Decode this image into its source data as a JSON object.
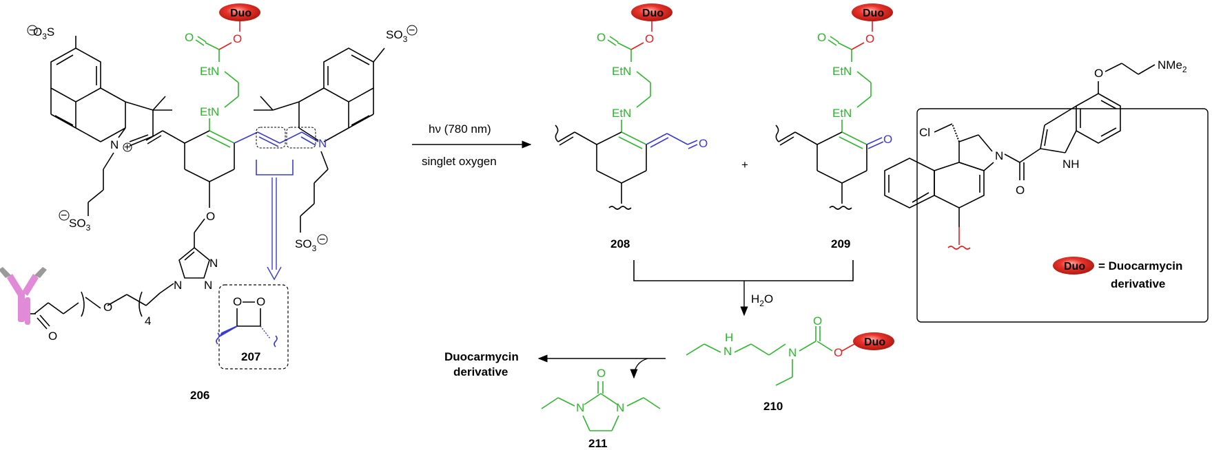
{
  "labels": {
    "duo": "Duo",
    "so3": "SO",
    "so3_sub": "3",
    "o3s": "O",
    "o3s_sub": "3",
    "o3s_s": "S",
    "charge_neg": "−",
    "charge_pos": "+",
    "etn": "EtN",
    "n": "N",
    "o": "O",
    "h": "H",
    "nh": "NH",
    "cl": "Cl",
    "nme2": "NMe",
    "nme2_sub": "2",
    "four": "4",
    "conditions_1": "hν (780 nm)",
    "conditions_2": "singlet oxygen",
    "plus": "+",
    "water": "H",
    "water_sub": "2",
    "water_o": "O",
    "duocarmycin_line1": "Duocarmycin",
    "duocarmycin_line2": "derivative",
    "legend_equals": "= Duocarmycin",
    "legend_derivative": "derivative"
  },
  "compounds": {
    "c206": "206",
    "c207": "207",
    "c208": "208",
    "c209": "209",
    "c210": "210",
    "c211": "211"
  },
  "colors": {
    "black": "#000000",
    "green": "#2db52d",
    "red": "#e02020",
    "blue": "#3a3ad0",
    "duo_fill": "#e8342c",
    "antibody_pink": "#e08ad8",
    "antibody_grey": "#9a9a9a"
  }
}
